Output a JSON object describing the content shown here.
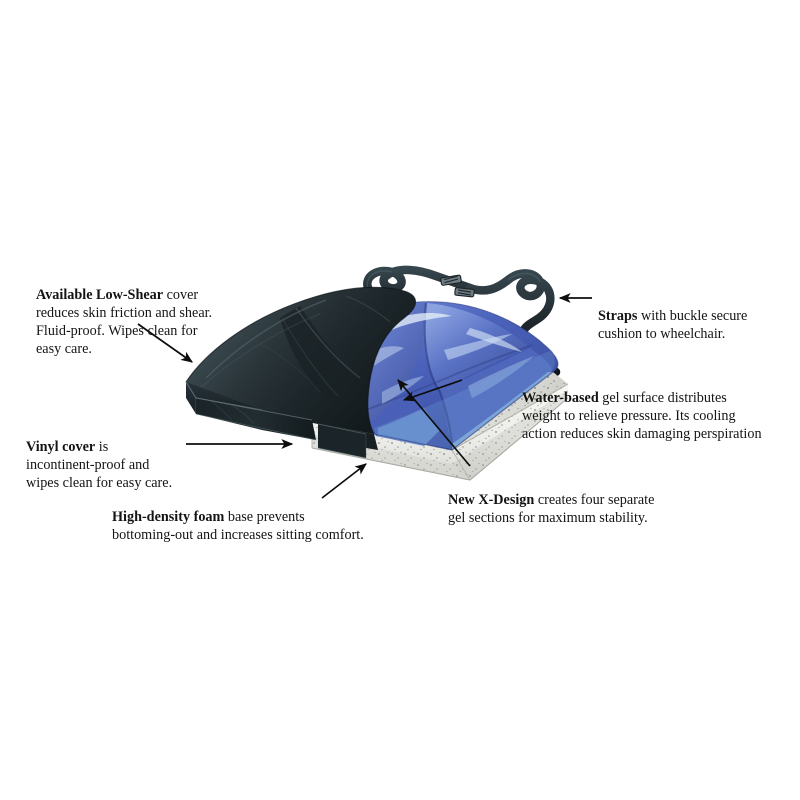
{
  "figure": {
    "subject": "wheelchair gel cushion cutaway illustration",
    "background_color": "#ffffff"
  },
  "palette": {
    "vinyl_cover_dark": "#232c30",
    "vinyl_cover_mid": "#36464c",
    "vinyl_cover_highlight": "#58696f",
    "gel_blue_deep": "#3a4fa8",
    "gel_blue_mid": "#5b73c8",
    "gel_blue_light": "#9fb3e6",
    "gel_cyan_highlight": "#cfe4f5",
    "foam_white": "#f2f2ee",
    "foam_shadow": "#d8d8d2",
    "foam_speckle": "#4a4a4a",
    "strap_dark": "#1f2a2e",
    "buckle_metal": "#7d8a90",
    "arrow_black": "#0d0d0d",
    "text_black": "#141414"
  },
  "callouts": [
    {
      "id": "low-shear",
      "lead": "Available Low-Shear",
      "body": " cover\nreduces skin friction and shear.\nFluid-proof. Wipes clean for\neasy care.",
      "arrow": "points down-right to top-left corner of vinyl cover"
    },
    {
      "id": "vinyl",
      "lead": "Vinyl cover",
      "body": " is\nincontinent-proof and\nwipes clean for easy care.",
      "arrow": "horizontal, points right to the cushion side panel"
    },
    {
      "id": "foam",
      "lead": "High-density foam",
      "body": " base prevents\nbottoming-out and increases sitting comfort.",
      "arrow": "points up-right to white foam base"
    },
    {
      "id": "straps",
      "lead": "Straps",
      "body": " with buckle secure\ncushion to wheelchair.",
      "arrow": "horizontal, points left to the strap webbing"
    },
    {
      "id": "water-based",
      "lead": "Water-based",
      "body": " gel surface distributes\nweight to relieve pressure. Its cooling\naction reduces skin damaging perspiration",
      "arrow": "points up-left into the blue gel surface"
    },
    {
      "id": "x-design",
      "lead": "New X-Design",
      "body": " creates four separate\ngel sections for maximum stability.",
      "arrow": "points up-left to the gel section seam"
    }
  ],
  "product_parts": [
    {
      "name": "low-shear-cover",
      "label": "Low-Shear vinyl cover",
      "color": "#232c30"
    },
    {
      "name": "gel-surface",
      "label": "Water-based gel surface",
      "color": "#5b73c8"
    },
    {
      "name": "foam-base",
      "label": "High-density foam base",
      "color": "#f2f2ee"
    },
    {
      "name": "strap-left",
      "label": "Left mounting strap",
      "color": "#1f2a2e"
    },
    {
      "name": "strap-right",
      "label": "Right mounting strap",
      "color": "#1f2a2e"
    },
    {
      "name": "buckle-upper",
      "label": "Upper strap buckle",
      "color": "#7d8a90"
    },
    {
      "name": "buckle-lower",
      "label": "Lower strap buckle",
      "color": "#7d8a90"
    }
  ]
}
